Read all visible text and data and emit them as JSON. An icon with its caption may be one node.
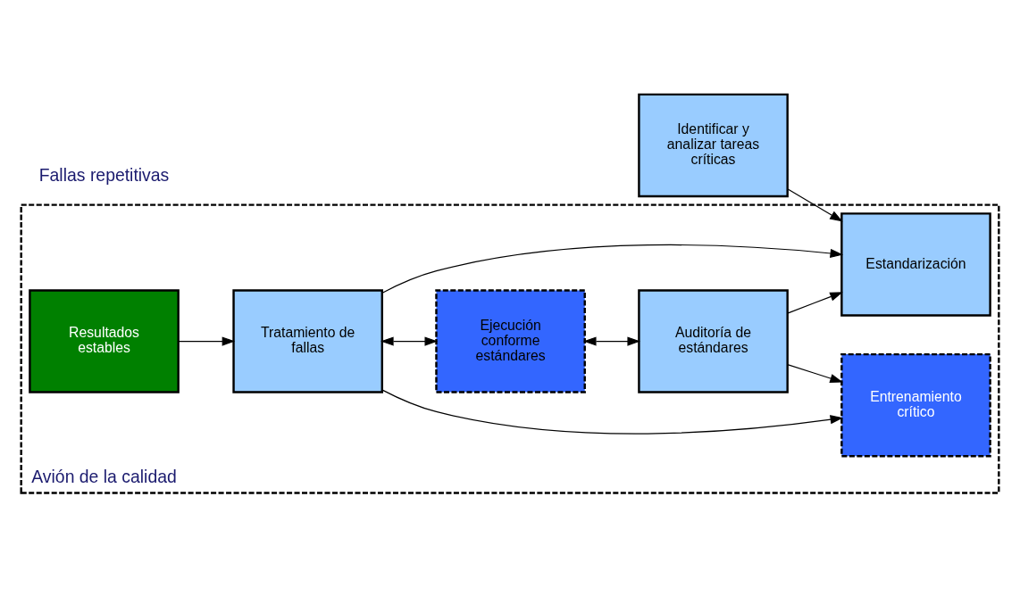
{
  "diagram": {
    "nodes": [
      {
        "text": [
          "Avión de la calidad"
        ]
      },
      {
        "text": [
          "Identificar y analizar tareas críticas"
        ]
      },
      {
        "text": [
          "Tratamiento de fallas"
        ],
        "in": 0
      },
      {
        "text": [
          "Estandarización"
        ],
        "in": 0
      },
      {
        "text": [
          "Entrenamiento crítico"
        ],
        "in": 0
      },
      {
        "text": [
          "Ejecución conforme estándares"
        ],
        "in": 0
      },
      {
        "text": [
          "Resultados estables"
        ],
        "in": 0
      },
      {
        "text": [
          "Auditoría de estándares"
        ],
        "in": 0
      }
    ],
    "edges": [
      {
        "from": 1,
        "to": 3,
        "arrow": "to"
      },
      {
        "from": 2,
        "to": 3,
        "arrow": "to"
      },
      {
        "from": 2,
        "to": 4,
        "arrow": "to"
      },
      {
        "from": 2,
        "to": 5,
        "arrow": "both"
      },
      {
        "from": 6,
        "to": 2,
        "arrow": "to"
      },
      {
        "from": 5,
        "to": 7,
        "arrow": "both"
      },
      {
        "from": 7,
        "to": 3,
        "arrow": "to"
      },
      {
        "from": 7,
        "to": 4,
        "arrow": "to"
      }
    ],
    "labels": [
      "Fallas repetitivas"
    ]
  }
}
